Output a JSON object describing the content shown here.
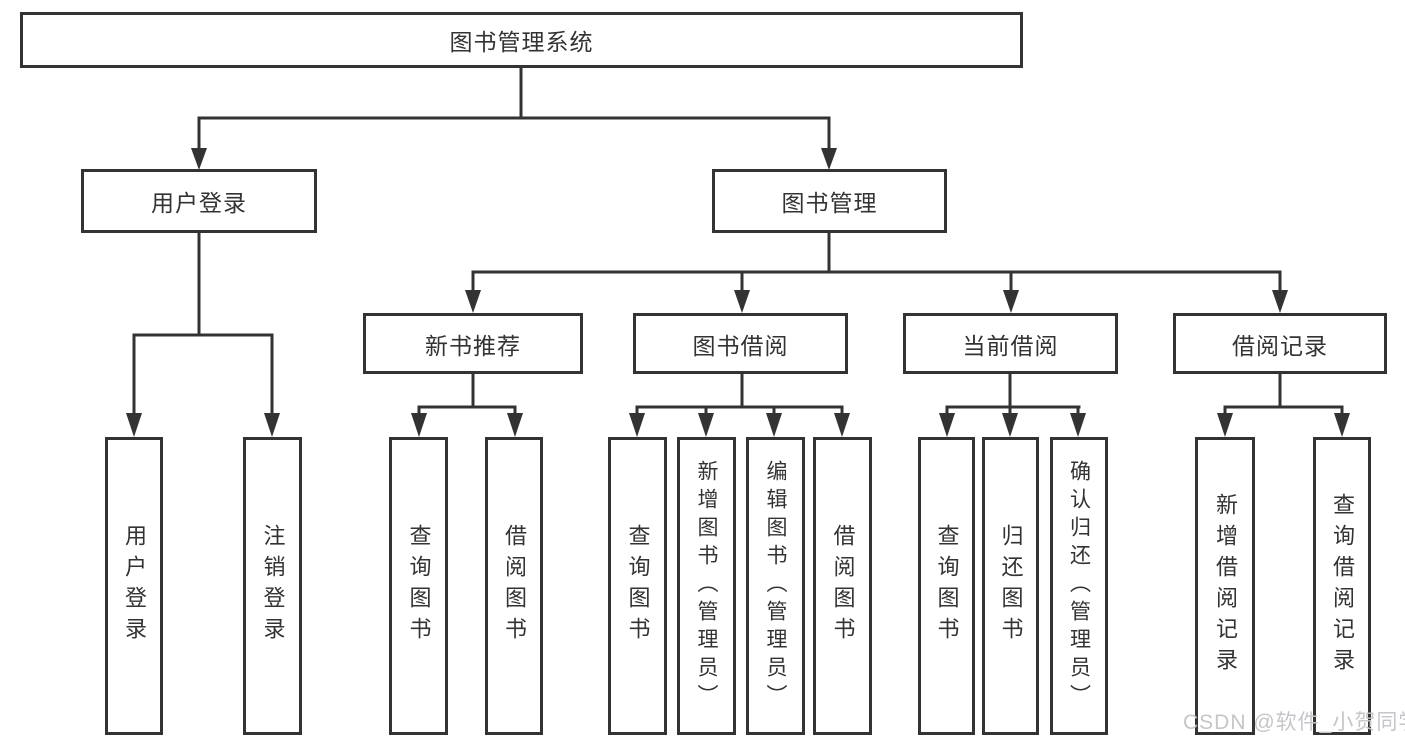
{
  "diagram": {
    "title_note": "functional structure tree",
    "root": {
      "label": "图书管理系统"
    },
    "branches": [
      {
        "label": "用户登录",
        "children": [
          {
            "label": "用户登录"
          },
          {
            "label": "注销登录"
          }
        ]
      },
      {
        "label": "图书管理",
        "children": [
          {
            "label": "新书推荐",
            "children": [
              {
                "label": "查询图书"
              },
              {
                "label": "借阅图书"
              }
            ]
          },
          {
            "label": "图书借阅",
            "children": [
              {
                "label": "查询图书"
              },
              {
                "label": "新增图书（管理员）"
              },
              {
                "label": "编辑图书（管理员）"
              },
              {
                "label": "借阅图书"
              }
            ]
          },
          {
            "label": "当前借阅",
            "children": [
              {
                "label": "查询图书"
              },
              {
                "label": "归还图书"
              },
              {
                "label": "确认归还（管理员）"
              }
            ]
          },
          {
            "label": "借阅记录",
            "children": [
              {
                "label": "新增借阅记录"
              },
              {
                "label": "查询借阅记录"
              }
            ]
          }
        ]
      }
    ]
  },
  "watermark": {
    "text": "CSDN @软件_小贺同学"
  },
  "colors": {
    "line": "#333333",
    "box_border": "#333333",
    "text": "#333333",
    "watermark": "#c6c6ca",
    "background": "#ffffff"
  }
}
